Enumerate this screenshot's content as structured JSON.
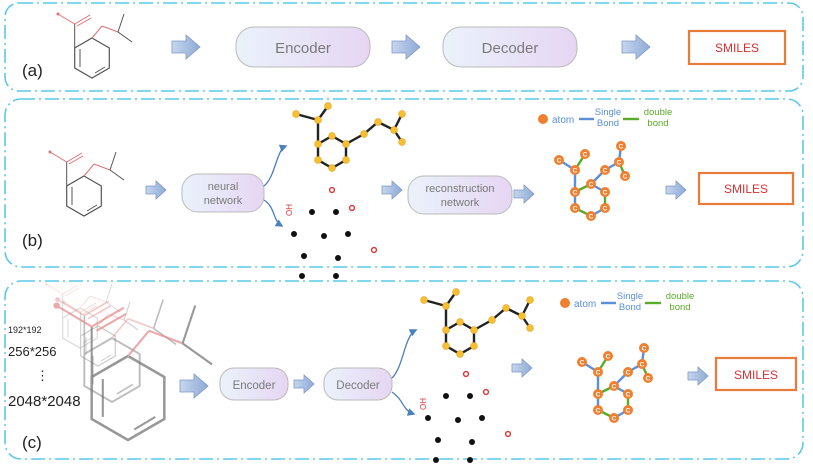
{
  "panels": {
    "a": {
      "label": "(a)",
      "encoder": "Encoder",
      "decoder": "Decoder",
      "output": "SMILES"
    },
    "b": {
      "label": "(b)",
      "nn_line1": "neural",
      "nn_line2": "network",
      "rn_line1": "reconstruction",
      "rn_line2": "network",
      "output": "SMILES",
      "oh_label": "OH",
      "o_label": "O"
    },
    "c": {
      "label": "(c)",
      "res1": "192*192",
      "res2": "256*256",
      "ellipsis": "⋮",
      "res3": "2048*2048",
      "encoder": "Encoder",
      "decoder": "Decoder",
      "output": "SMILES",
      "oh_label": "OH",
      "o_label": "O"
    }
  },
  "legend": {
    "atom": "atom",
    "single_bond_1": "Single",
    "single_bond_2": "Bond",
    "double_bond_1": "double",
    "double_bond_2": "bond"
  },
  "graph_node_label": "C",
  "colors": {
    "panel_border": "#5bc8e8",
    "output_box": "#e87a3a",
    "output_text": "#d83030",
    "atom_orange": "#f08030",
    "bond_blue": "#5b8fd6",
    "bond_green": "#5aab2a",
    "yellow_atom": "#f6c030",
    "oxygen_red": "#e03030",
    "arrow_fill": "#a8bfe0",
    "box_grad_start": "#eaf2fb",
    "box_grad_end": "#e8d8f4"
  }
}
